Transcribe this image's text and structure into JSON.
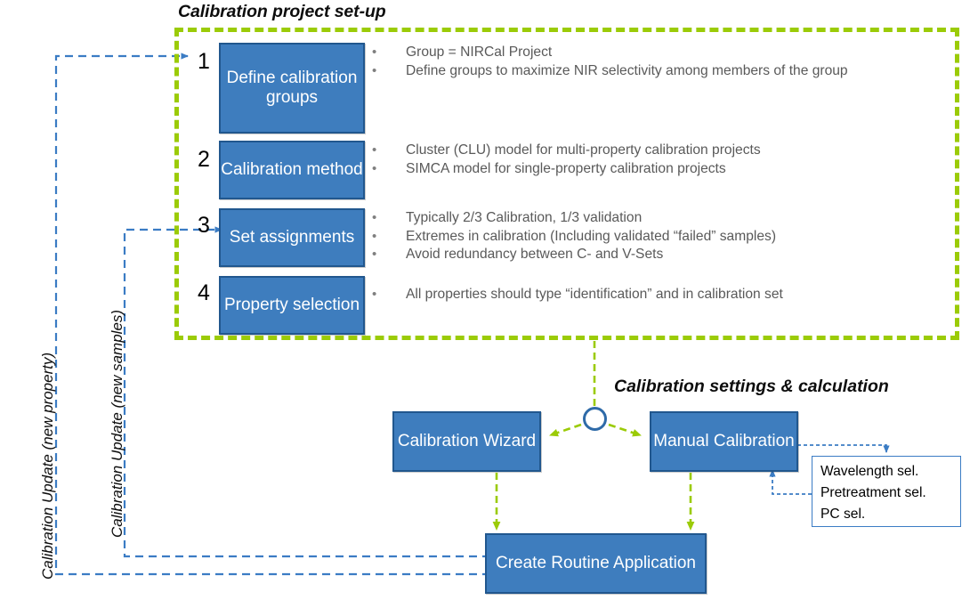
{
  "diagram": {
    "group_title": "Calibration project set-up",
    "section_title": "Calibration settings & calculation",
    "steps": [
      {
        "number": "1",
        "label": "Define calibration groups",
        "bullets": [
          "Group = NIRCal Project",
          "Define groups to maximize NIR selectivity among members of the group"
        ]
      },
      {
        "number": "2",
        "label": "Calibration method",
        "bullets": [
          "Cluster (CLU) model for multi-property calibration projects",
          "SIMCA model for single-property calibration projects"
        ]
      },
      {
        "number": "3",
        "label": "Set assignments",
        "bullets": [
          "Typically 2/3 Calibration, 1/3 validation",
          "Extremes in calibration  (Including validated “failed” samples)",
          "Avoid redundancy between C- and V-Sets"
        ]
      },
      {
        "number": "4",
        "label": "Property selection",
        "bullets": [
          "All properties should type “identification” and in calibration set"
        ]
      }
    ],
    "nodes": {
      "calibration_wizard": "Calibration Wizard",
      "manual_calibration": "Manual Calibration",
      "create_routine_application": "Create Routine Application"
    },
    "note": {
      "lines": [
        "Wavelength sel.",
        "Pretreatment sel.",
        "PC sel."
      ]
    },
    "feedback_labels": {
      "new_property": "Calibration Update (new property)",
      "new_samples": "Calibration Update (new samples)"
    },
    "colors": {
      "green_dashed": "#9BCB07",
      "box_fill": "#3E7DBE",
      "box_border": "#21578E",
      "blue_dashed": "#3B7CC4",
      "bullet_text": "#595959"
    }
  }
}
